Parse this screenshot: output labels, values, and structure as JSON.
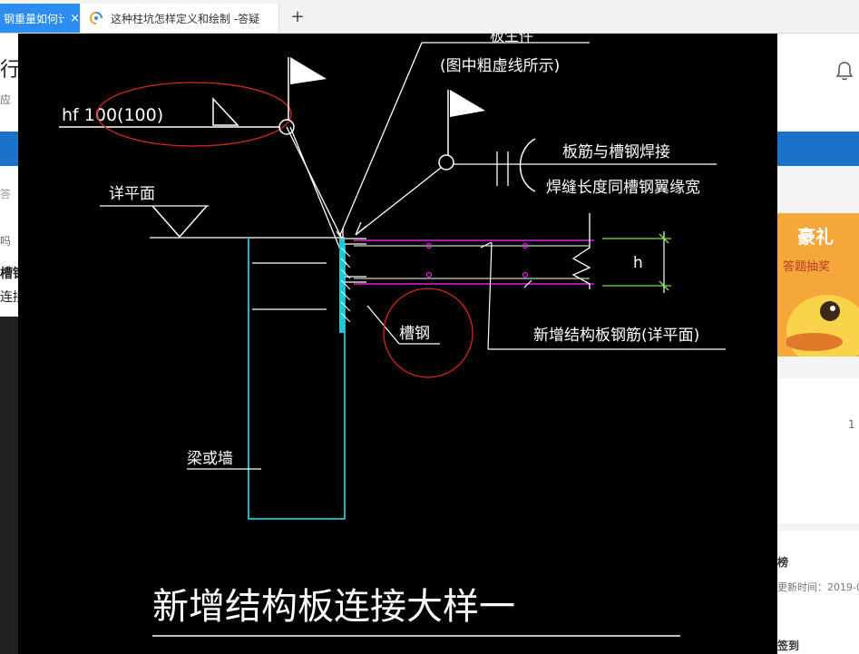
{
  "tabs": [
    {
      "label": "钢重量如何计",
      "close": "×"
    },
    {
      "label": "这种柱坑怎样定义和绘制 -答疑"
    }
  ],
  "new_tab": "+",
  "background_page": {
    "left_fragments": [
      "行",
      "应",
      "答",
      "吗",
      "槽钢",
      "连接"
    ],
    "right_fragments": {
      "promo": "豪礼",
      "promo_sub": "答题抽奖",
      "count": "1",
      "rank_title": "榜",
      "updated": "更新时间：2019-0",
      "checkin": "签到"
    }
  },
  "drawing": {
    "weld_spec": "hf  100(100)",
    "top_note": "(图中粗虚线所示)",
    "top_note_above": "板生件",
    "rib_note_1": "板筋与槽钢焊接",
    "rib_note_2": "焊缝长度同槽钢翼缘宽",
    "elevation_label": "详平面",
    "channel_steel": "槽钢",
    "slab_rebar": "新增结构板钢筋(详平面)",
    "thickness": "h",
    "beam_wall": "梁或墙",
    "title": "新增结构板连接大样一"
  },
  "colors": {
    "tab_active": "#2d8cf0",
    "annotation_red": "#d9261c",
    "cyan": "#1fc8d8",
    "magenta": "#e020e0",
    "green": "#7ee04a"
  }
}
